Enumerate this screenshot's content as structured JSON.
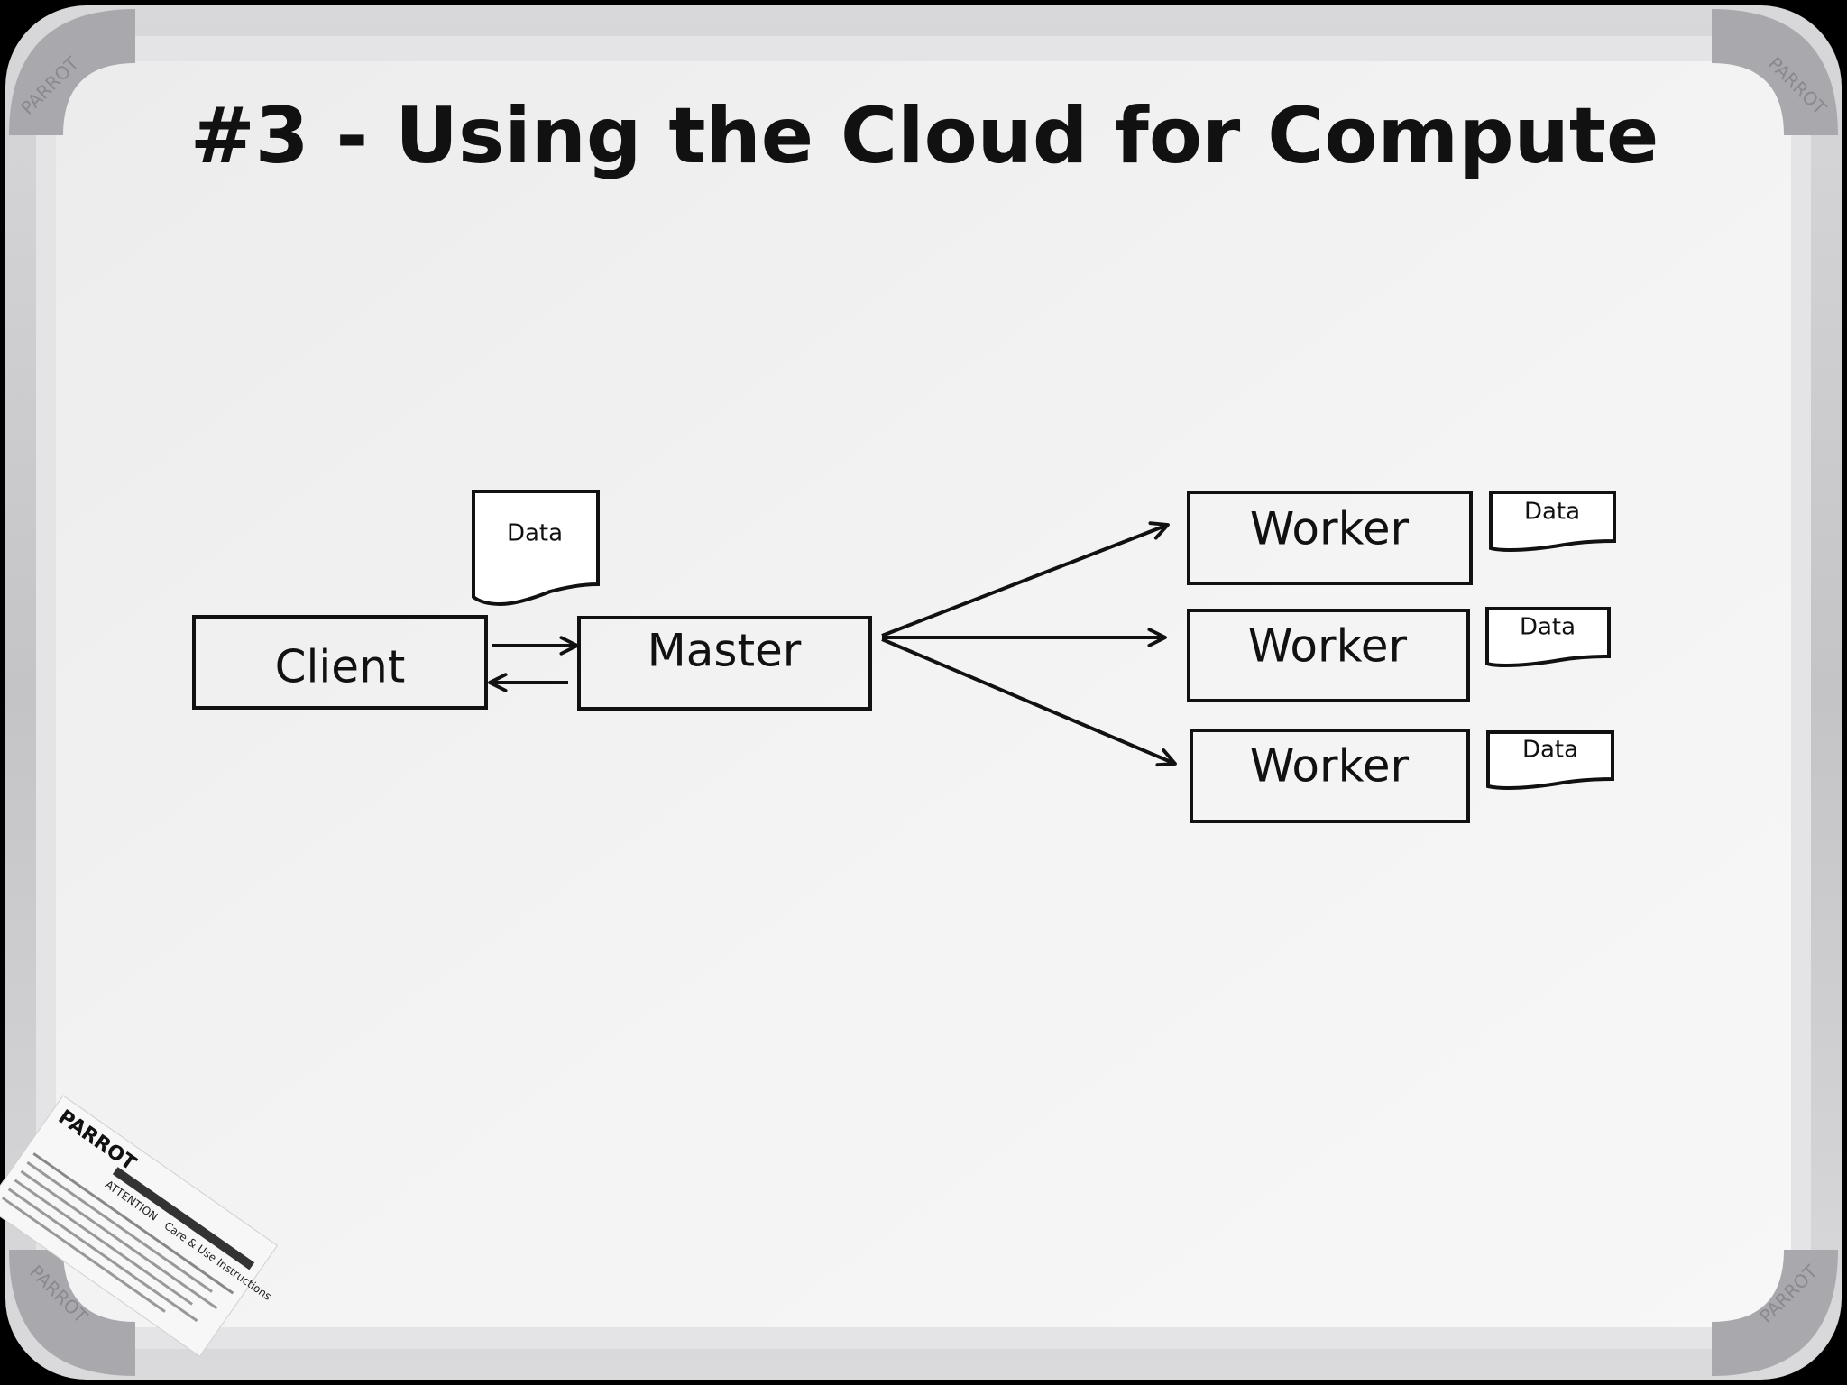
{
  "board": {
    "brand": "PARROT",
    "colors": {
      "frame_outer": "#c9c9cb",
      "frame_inner": "#e6e6e8",
      "surface": "#f1f1f1",
      "ink": "#111111",
      "corner_cap": "#9a9a9e"
    }
  },
  "title": "#3 - Using the Cloud for Compute",
  "nodes": {
    "client": {
      "label": "Client"
    },
    "master": {
      "label": "Master"
    },
    "workers": [
      {
        "label": "Worker"
      },
      {
        "label": "Worker"
      },
      {
        "label": "Worker"
      }
    ]
  },
  "data_docs": {
    "master_data": "Data",
    "worker_data": [
      "Data",
      "Data",
      "Data"
    ]
  },
  "sticker": {
    "brand": "PARROT",
    "heading": "ATTENTION",
    "subheading": "Care & Use Instructions"
  }
}
